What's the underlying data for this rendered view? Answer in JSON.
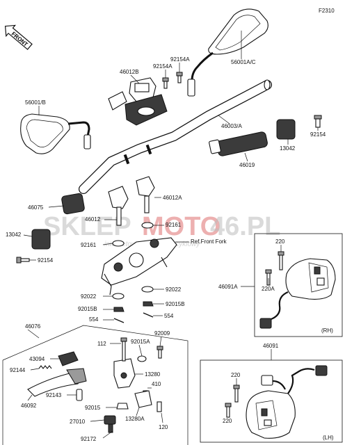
{
  "diagram_code": "F2310",
  "front_label": "FRONT",
  "watermark": {
    "part1": "SKLEP",
    "part2": "MOTO",
    "part3": "46.PL",
    "tagline": "internetowy sklep motocyklowy"
  },
  "labels": {
    "p56001ac": "56001A/C",
    "p92154a_1": "92154A",
    "p92154a_2": "92154A",
    "p46012b": "46012B",
    "p56001b": "56001/B",
    "p46003a": "46003/A",
    "p92154_r": "92154",
    "p13042_r": "13042",
    "p46019": "46019",
    "p46075": "46075",
    "p46012_1": "46012",
    "p46012a": "46012A",
    "p13042_l": "13042",
    "p92161_r": "92161",
    "p92161_l": "92161",
    "ref_front_fork": "Ref.Front Fork",
    "p92154_l": "92154",
    "p92022_l": "92022",
    "p92022_r": "92022",
    "p92015b_l": "92015B",
    "p92015b_r": "92015B",
    "p554_l": "554",
    "p554_r": "554",
    "p46076": "46076",
    "p112": "112",
    "p92015a": "92015A",
    "p92009": "92009",
    "p43094": "43094",
    "p92144": "92144",
    "p13280": "13280",
    "p410": "410",
    "p46092": "46092",
    "p92143": "92143",
    "p92015": "92015",
    "p27010": "27010",
    "p13280a": "13280A",
    "p120": "120",
    "p92172": "92172",
    "p220_rh1": "220",
    "p220a": "220A",
    "p46091a": "46091A",
    "rh": "(RH)",
    "p46091": "46091",
    "p220_lh1": "220",
    "p220_lh2": "220",
    "lh": "(LH)"
  }
}
